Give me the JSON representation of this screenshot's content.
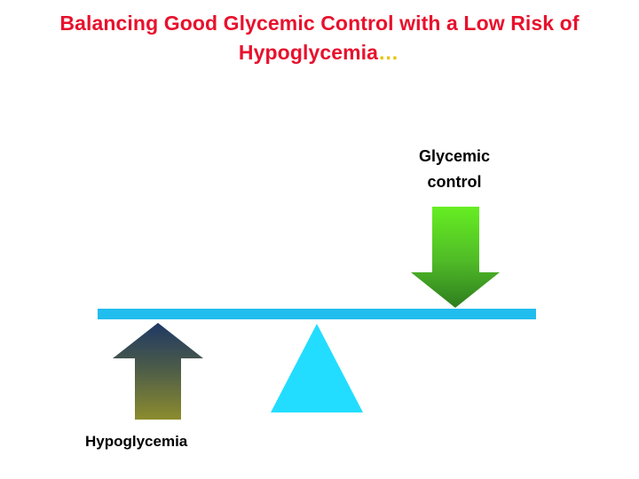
{
  "title": {
    "line1": "Balancing Good Glycemic Control with a Low Risk of",
    "line2": "Hypoglycemia",
    "ellipsis": "…",
    "color": "#E8112D",
    "ellipsis_color": "#E8C400"
  },
  "diagram": {
    "glycemic_label_line1": "Glycemic",
    "glycemic_label_line2": "control",
    "hypo_label": "Hypoglycemia",
    "beam_color": "#22BDEF",
    "fulcrum_color": "#22DDFF",
    "down_arrow_top_color": "#66EE22",
    "down_arrow_bottom_color": "#2E7D1E",
    "up_arrow_top_color": "#1F3864",
    "up_arrow_bottom_color": "#8C8C2E"
  }
}
